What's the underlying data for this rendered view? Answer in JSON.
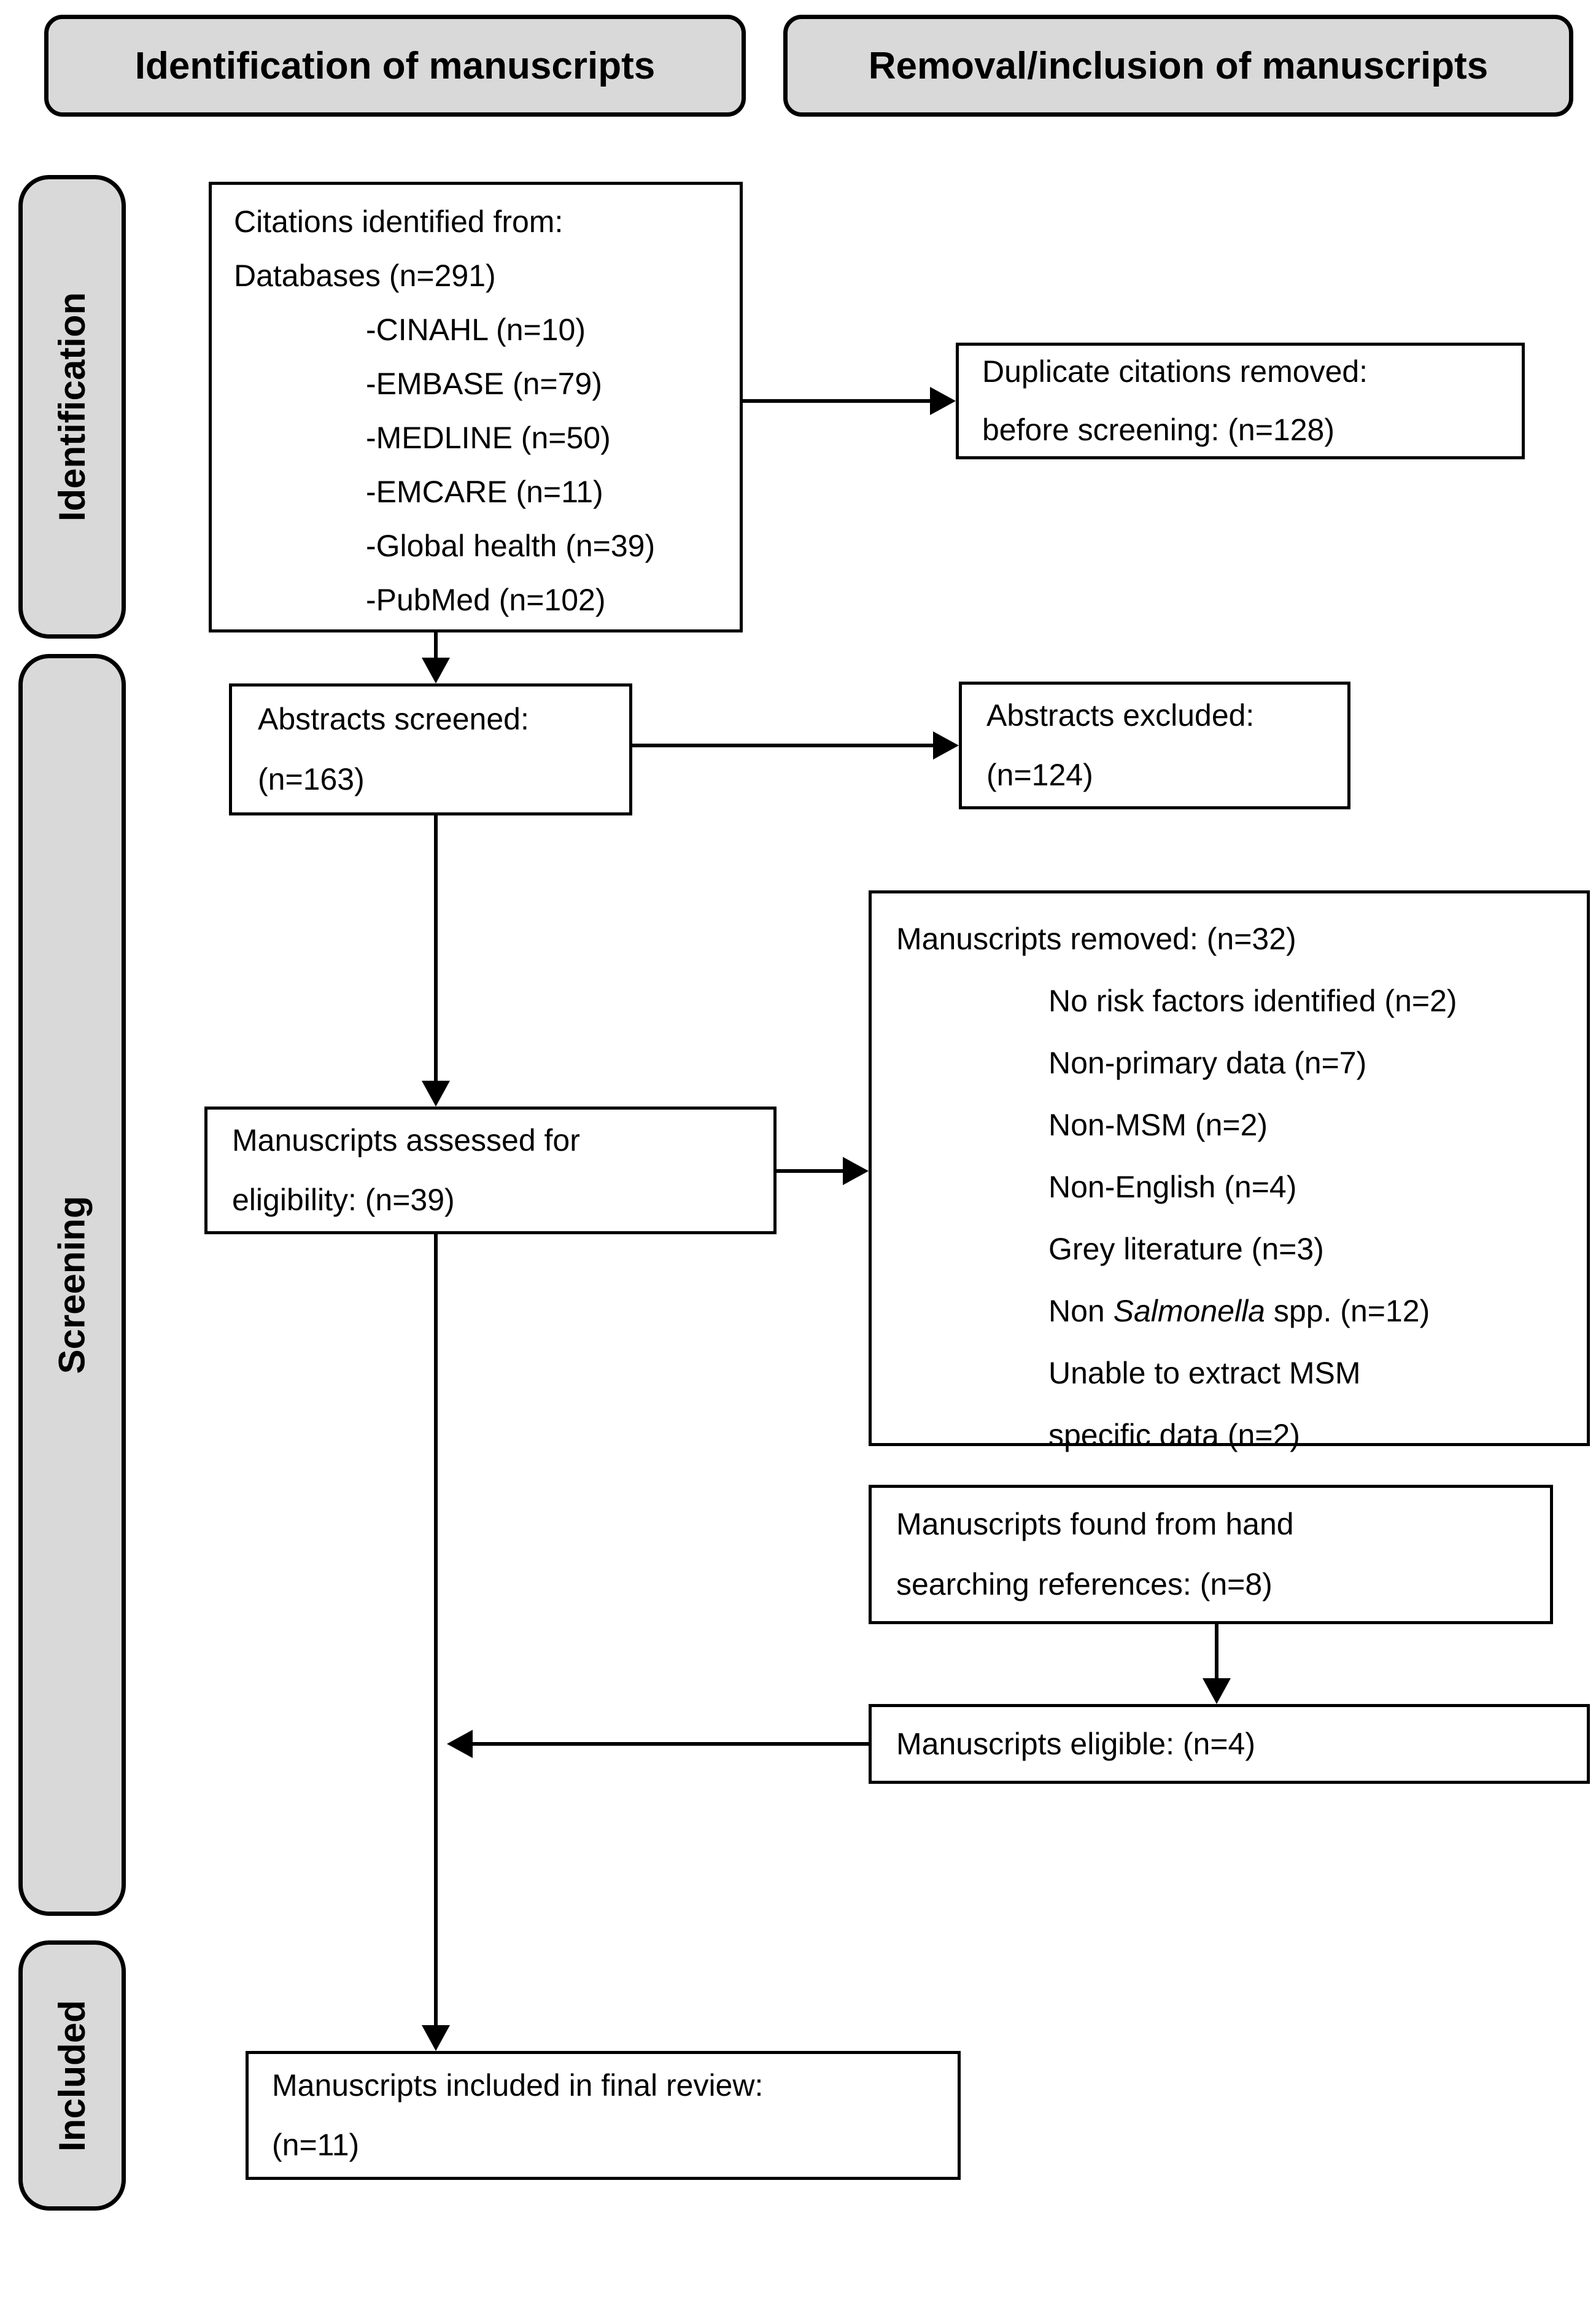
{
  "headers": [
    "Identification of manuscripts",
    "Removal/inclusion of manuscripts"
  ],
  "stages": [
    "Identification",
    "Screening",
    "Included"
  ],
  "boxes": {
    "citations": {
      "lines": [
        "Citations identified from:",
        "Databases (n=291)",
        "-CINAHL (n=10)",
        "-EMBASE (n=79)",
        "-MEDLINE (n=50)",
        "-EMCARE (n=11)",
        "-Global health (n=39)",
        "-PubMed (n=102)"
      ]
    },
    "duplicates": {
      "lines": [
        "Duplicate citations removed:",
        "before screening: (n=128)"
      ]
    },
    "screened": {
      "lines": [
        "Abstracts screened:",
        "(n=163)"
      ]
    },
    "excluded": {
      "lines": [
        "Abstracts excluded:",
        "(n=124)"
      ]
    },
    "removed": {
      "title": "Manuscripts removed: (n=32)",
      "items": [
        "No risk factors identified (n=2)",
        "Non-primary data (n=7)",
        "Non-MSM (n=2)",
        "Non-English (n=4)",
        "Grey literature (n=3)",
        {
          "prefix": "Non ",
          "italic": "Salmonella",
          "suffix": " spp. (n=12)"
        },
        "Unable to extract MSM",
        "specific data (n=2)"
      ]
    },
    "assessed": {
      "lines": [
        "Manuscripts assessed for",
        "eligibility: (n=39)"
      ]
    },
    "handsearch": {
      "lines": [
        "Manuscripts found from hand",
        "searching references: (n=8)"
      ]
    },
    "eligible": {
      "text": "Manuscripts eligible: (n=4)"
    },
    "final": {
      "lines": [
        "Manuscripts included in final review:",
        "(n=11)"
      ]
    }
  },
  "colors": {
    "header_fill": "#d9d9d9",
    "box_fill": "#ffffff",
    "border": "#000000",
    "text": "#000000"
  }
}
